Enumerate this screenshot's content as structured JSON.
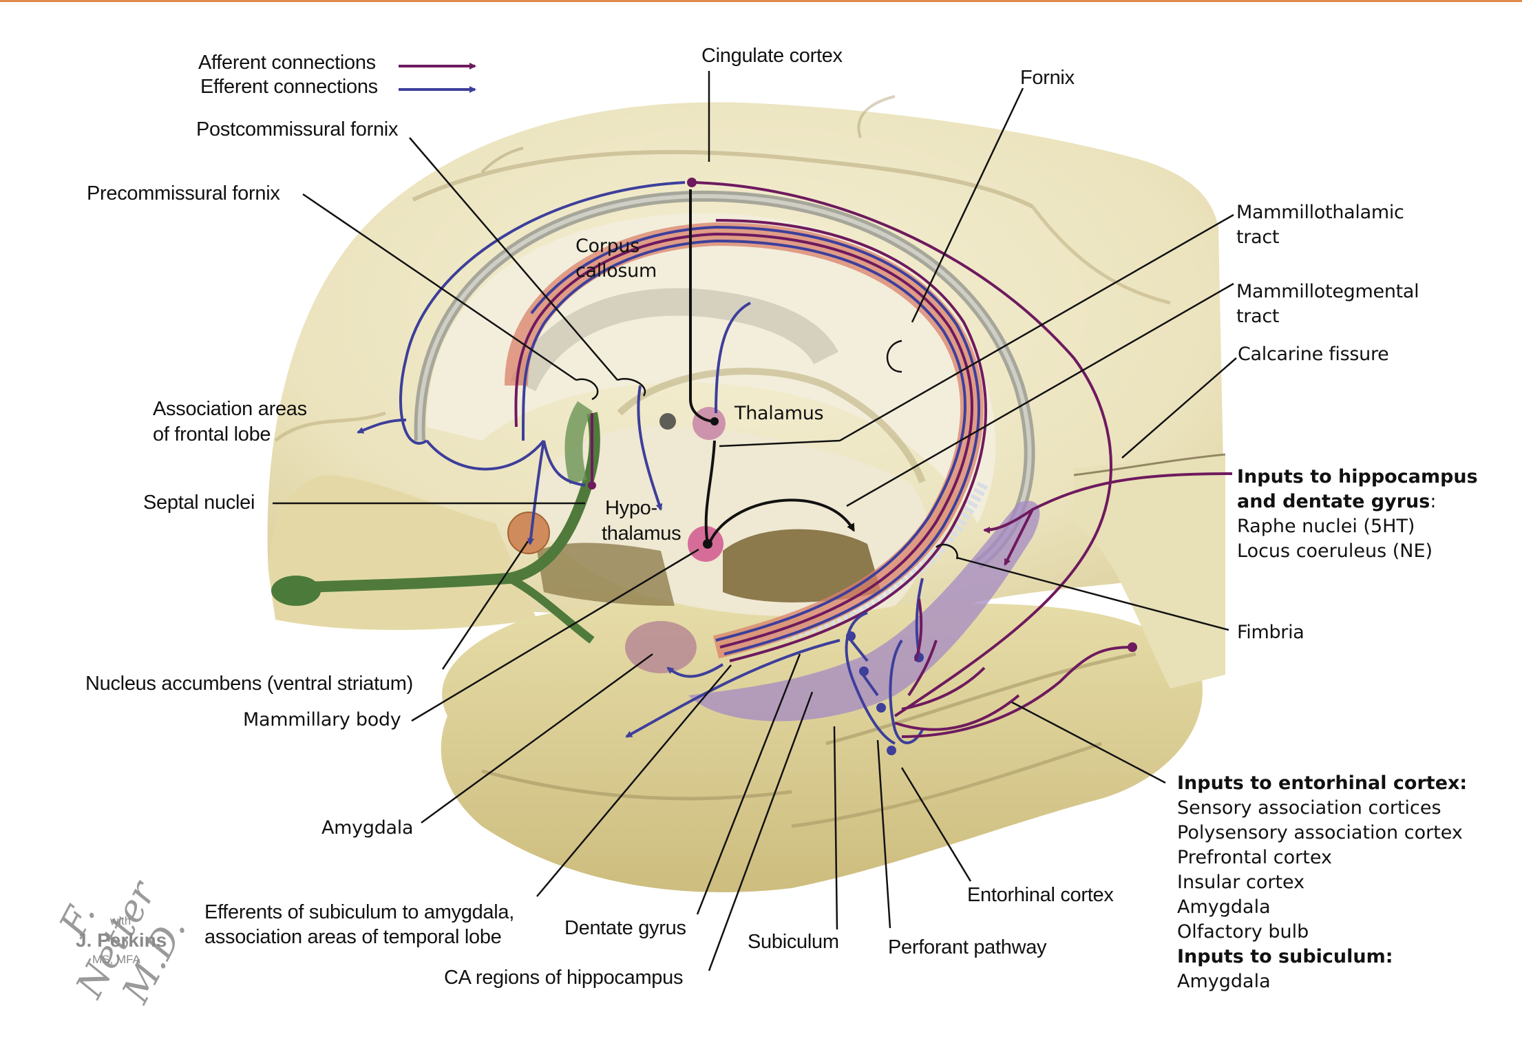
{
  "legend": {
    "afferent_label": "Afferent connections",
    "efferent_label": "Efferent connections",
    "afferent_color": "#6e1a5e",
    "efferent_color": "#3d3f9b"
  },
  "labels": {
    "cingulate_cortex": "Cingulate cortex",
    "fornix": "Fornix",
    "postcommissural_fornix": "Postcommissural fornix",
    "precommissural_fornix": "Precommissural fornix",
    "corpus_callosum_1": "Corpus",
    "corpus_callosum_2": "callosum",
    "mammillothalamic_1": "Mammillothalamic",
    "mammillothalamic_2": "tract",
    "mammillotegmental_1": "Mammillotegmental",
    "mammillotegmental_2": "tract",
    "calcarine_fissure": "Calcarine fissure",
    "association_frontal_1": "Association areas",
    "association_frontal_2": "of frontal lobe",
    "thalamus": "Thalamus",
    "septal_nuclei": "Septal nuclei",
    "hypothalamus_1": "Hypo-",
    "hypothalamus_2": "thalamus",
    "fimbria": "Fimbria",
    "nucleus_accumbens": "Nucleus accumbens (ventral striatum)",
    "mammillary_body": "Mammillary body",
    "amygdala": "Amygdala",
    "efferents_subiculum_1": "Efferents of subiculum to amygdala,",
    "efferents_subiculum_2": "association areas of temporal lobe",
    "dentate_gyrus": "Dentate gyrus",
    "ca_regions": "CA regions of hippocampus",
    "subiculum": "Subiculum",
    "perforant_pathway": "Perforant pathway",
    "entorhinal_cortex": "Entorhinal cortex"
  },
  "inputs_hippocampus": {
    "heading_1": "Inputs to hippocampus",
    "heading_2": "and dentate gyrus",
    "heading_colon": ":",
    "items": [
      "Raphe nuclei (5HT)",
      "Locus coeruleus (NE)"
    ]
  },
  "inputs_entorhinal": {
    "heading": "Inputs to entorhinal cortex:",
    "items": [
      "Sensory association cortices",
      "Polysensory association cortex",
      "Prefrontal cortex",
      "Insular cortex",
      "Amygdala",
      "Olfactory bulb"
    ]
  },
  "inputs_subiculum": {
    "heading": "Inputs to subiculum:",
    "items": [
      "Amygdala"
    ]
  },
  "signature": {
    "artist": "F. Netter M.D.",
    "with": "with",
    "coartist": "J. Perkins",
    "degrees": "MS, MFA"
  }
}
